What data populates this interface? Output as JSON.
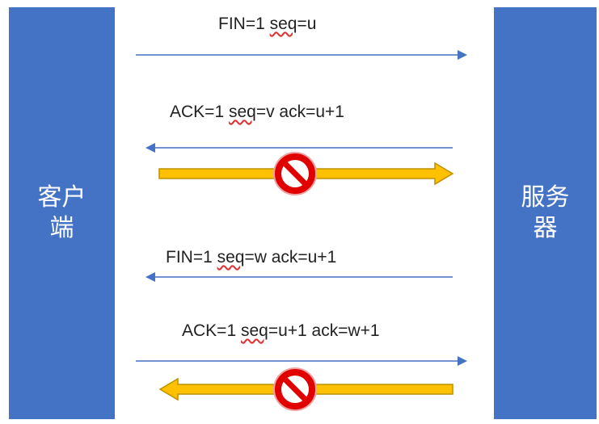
{
  "client": {
    "label_line1": "客户",
    "label_line2": "端"
  },
  "server": {
    "label_line1": "服务",
    "label_line2": "器"
  },
  "messages": [
    {
      "pre": "FIN=1  ",
      "seq": "seq",
      "post": "=u"
    },
    {
      "pre": "ACK=1  ",
      "seq": "seq",
      "post": "=v  ack=u+1"
    },
    {
      "pre": "FIN=1  ",
      "seq": "seq",
      "post": "=w  ack=u+1"
    },
    {
      "pre": "ACK=1  ",
      "seq": "seq",
      "post": "=u+1 ack=w+1"
    }
  ],
  "colors": {
    "bar": "#4472c4",
    "arrow": "#4472c4",
    "blocked_arrow_fill": "#ffc000",
    "blocked_arrow_stroke": "#bf9000",
    "prohibited_red": "#e00000"
  },
  "icons": {
    "blocked": "prohibited-icon"
  }
}
